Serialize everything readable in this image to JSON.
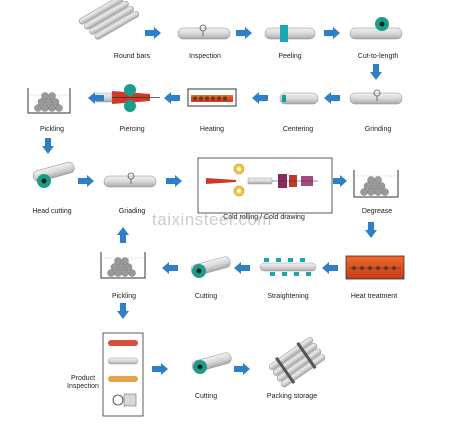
{
  "steps": {
    "round_bars": "Round bars",
    "inspection": "Inspection",
    "peeling": "Peeling",
    "cut_to_length": "Cut-to-length",
    "pickling_top": "Pickling",
    "piercing": "Piercing",
    "heating": "Heating",
    "centering": "Centering",
    "grinding": "Grinding",
    "head_cutting": "Head cutting",
    "griading": "Griading",
    "cold_rolling": "Cold rolling / Cold drawing",
    "degrease": "Degrease",
    "pickling_mid": "Pickling",
    "cutting_mid": "Cutting",
    "straightening": "Straightening",
    "heat_treatment": "Heat treatment",
    "product_inspection": "Product Inspection",
    "cutting_bottom": "Cutting",
    "packing_storage": "Packing storage"
  },
  "watermark": "taixinsteel.com",
  "icons": {
    "arrow": "blue-arrow-icon",
    "pipe": "steel-pipe-icon"
  },
  "colors": {
    "arrow": "#2f7fc7",
    "pipe": "#d9d9d9",
    "teal": "#1c9c8a",
    "heat": "#e0542a"
  }
}
